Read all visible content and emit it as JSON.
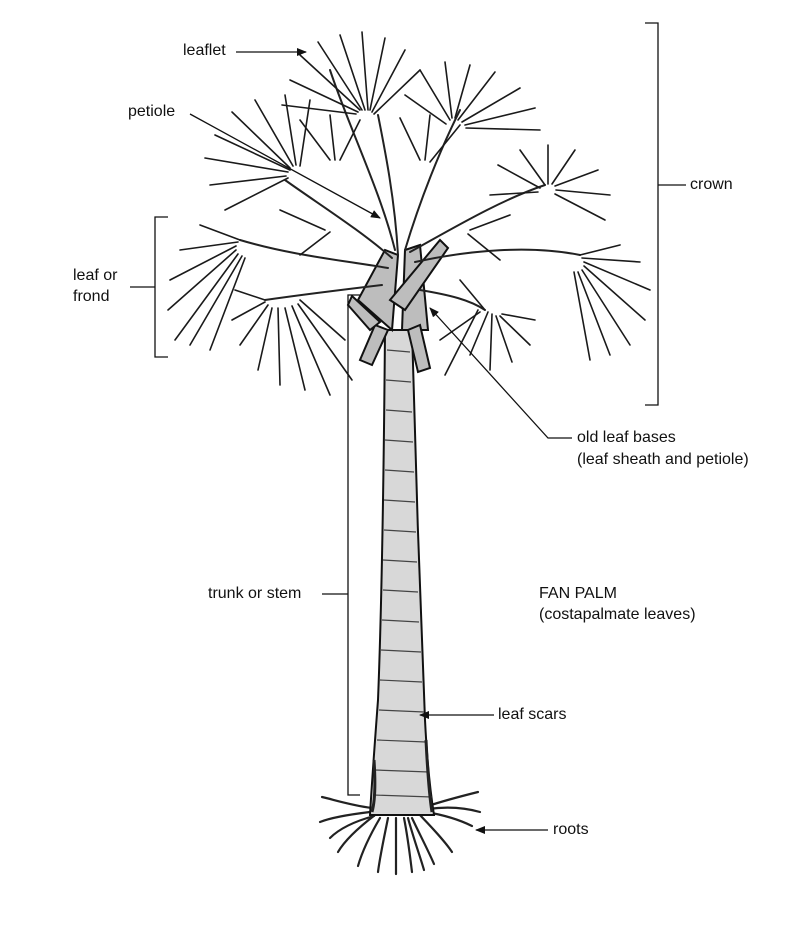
{
  "diagram": {
    "labels": {
      "leaflet": "leaflet",
      "petiole": "petiole",
      "crown": "crown",
      "leaf_or_frond_1": "leaf or",
      "leaf_or_frond_2": "frond",
      "old_leaf_bases_1": "old leaf bases",
      "old_leaf_bases_2": "(leaf sheath and petiole)",
      "trunk_or_stem": "trunk or stem",
      "fan_palm_1": "FAN PALM",
      "fan_palm_2": "(costapalmate leaves)",
      "leaf_scars": "leaf scars",
      "roots": "roots"
    },
    "colors": {
      "ink": "#111111",
      "trunk": "#d8d8d8",
      "background": "#ffffff"
    }
  }
}
